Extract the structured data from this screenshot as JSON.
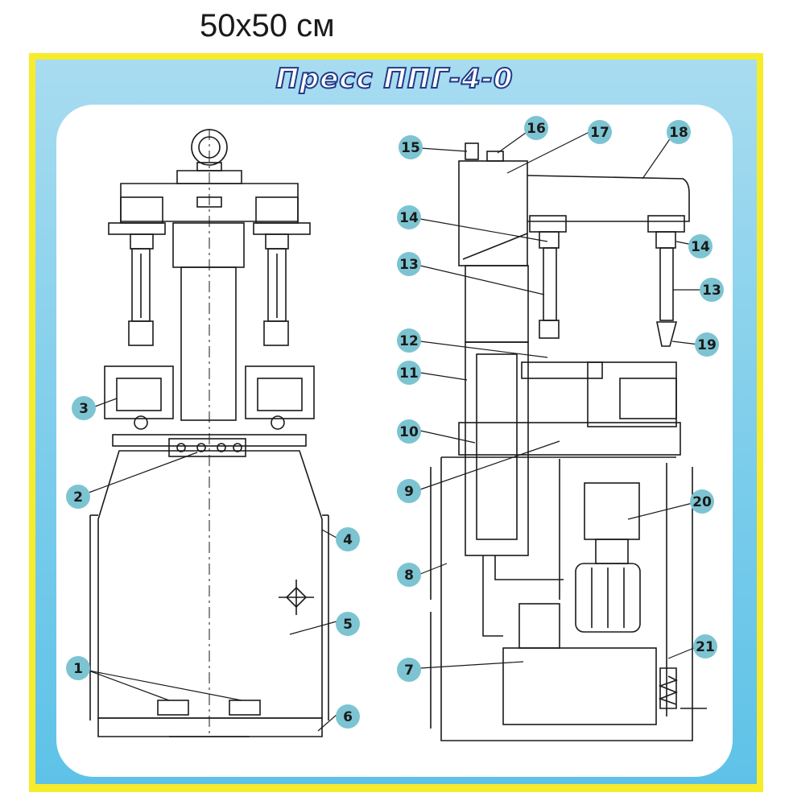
{
  "size_caption": "50x50 см",
  "title": "Пресс ППГ-4-0",
  "colors": {
    "frame": "#f6ec2b",
    "background": "#7ccdeb",
    "badge": "#7dc4d2",
    "line": "#1a1a1a"
  },
  "callouts": {
    "n1": "1",
    "n2": "2",
    "n3": "3",
    "n4": "4",
    "n5": "5",
    "n6": "6",
    "n7": "7",
    "n8": "8",
    "n9": "9",
    "n10": "10",
    "n11": "11",
    "n12": "12",
    "n13": "13",
    "n13b": "13",
    "n14": "14",
    "n14b": "14",
    "n15": "15",
    "n16": "16",
    "n17": "17",
    "n18": "18",
    "n19": "19",
    "n20": "20",
    "n21": "21"
  }
}
